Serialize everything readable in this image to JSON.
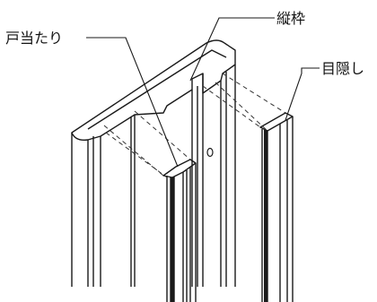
{
  "labels": {
    "door_stop": "戸当たり",
    "vertical_frame": "縦枠",
    "screen": "目隠し"
  },
  "colors": {
    "line": "#1a1a1a",
    "dashed": "#333333",
    "background": "#ffffff"
  }
}
